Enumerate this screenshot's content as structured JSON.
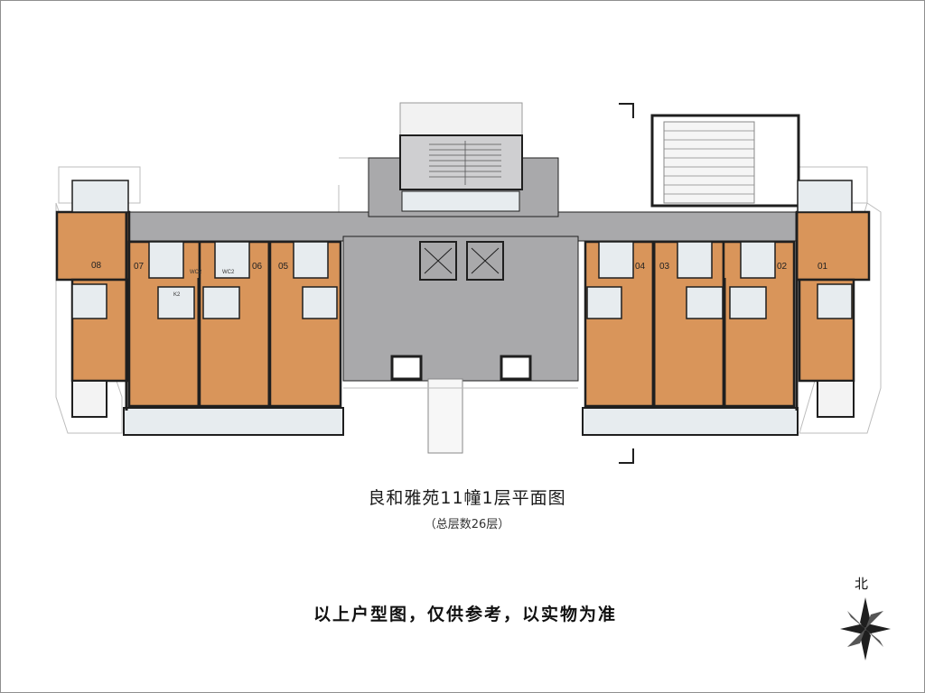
{
  "plan": {
    "title": "良和雅苑11幢1层平面图",
    "subtitle": "（总层数26层）",
    "disclaimer": "以上户型图，仅供参考，以实物为准",
    "north_label": "北",
    "units": [
      "08",
      "07",
      "06",
      "05",
      "04",
      "03",
      "02",
      "01"
    ],
    "wc_labels": [
      "WC2",
      "WC2"
    ],
    "kitchen_label": "K2",
    "colors": {
      "apartment": "#d9955a",
      "corridor": "#a9a9ab",
      "wall": "#1f1f1f",
      "service": "#e7ecef",
      "stair": "#f2f2f2"
    }
  }
}
